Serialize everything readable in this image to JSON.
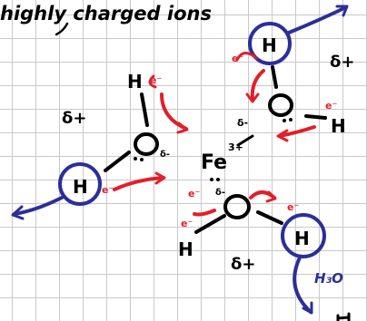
{
  "heading": "highly charged ions",
  "central_ion": {
    "symbol": "Fe",
    "charge": "3+"
  },
  "atoms": {
    "h_top_left": "H",
    "h_circled_left": "H",
    "h_top_circled": "H",
    "h_right": "H",
    "h_bottom_left": "H",
    "h_bottom_circled": "H"
  },
  "partial_charges": {
    "delta_plus_top_right": "δ+",
    "delta_plus_left": "δ+",
    "delta_plus_bottom": "δ+",
    "delta_minus_left_o": "δ-",
    "delta_minus_right_o": "δ-",
    "delta_minus_bottom_o": "δ-"
  },
  "electron_label": "e⁻",
  "product": "H₃O",
  "colors": {
    "ink": "#000000",
    "electron": "#e0202a",
    "highlight": "#2b2f96"
  }
}
